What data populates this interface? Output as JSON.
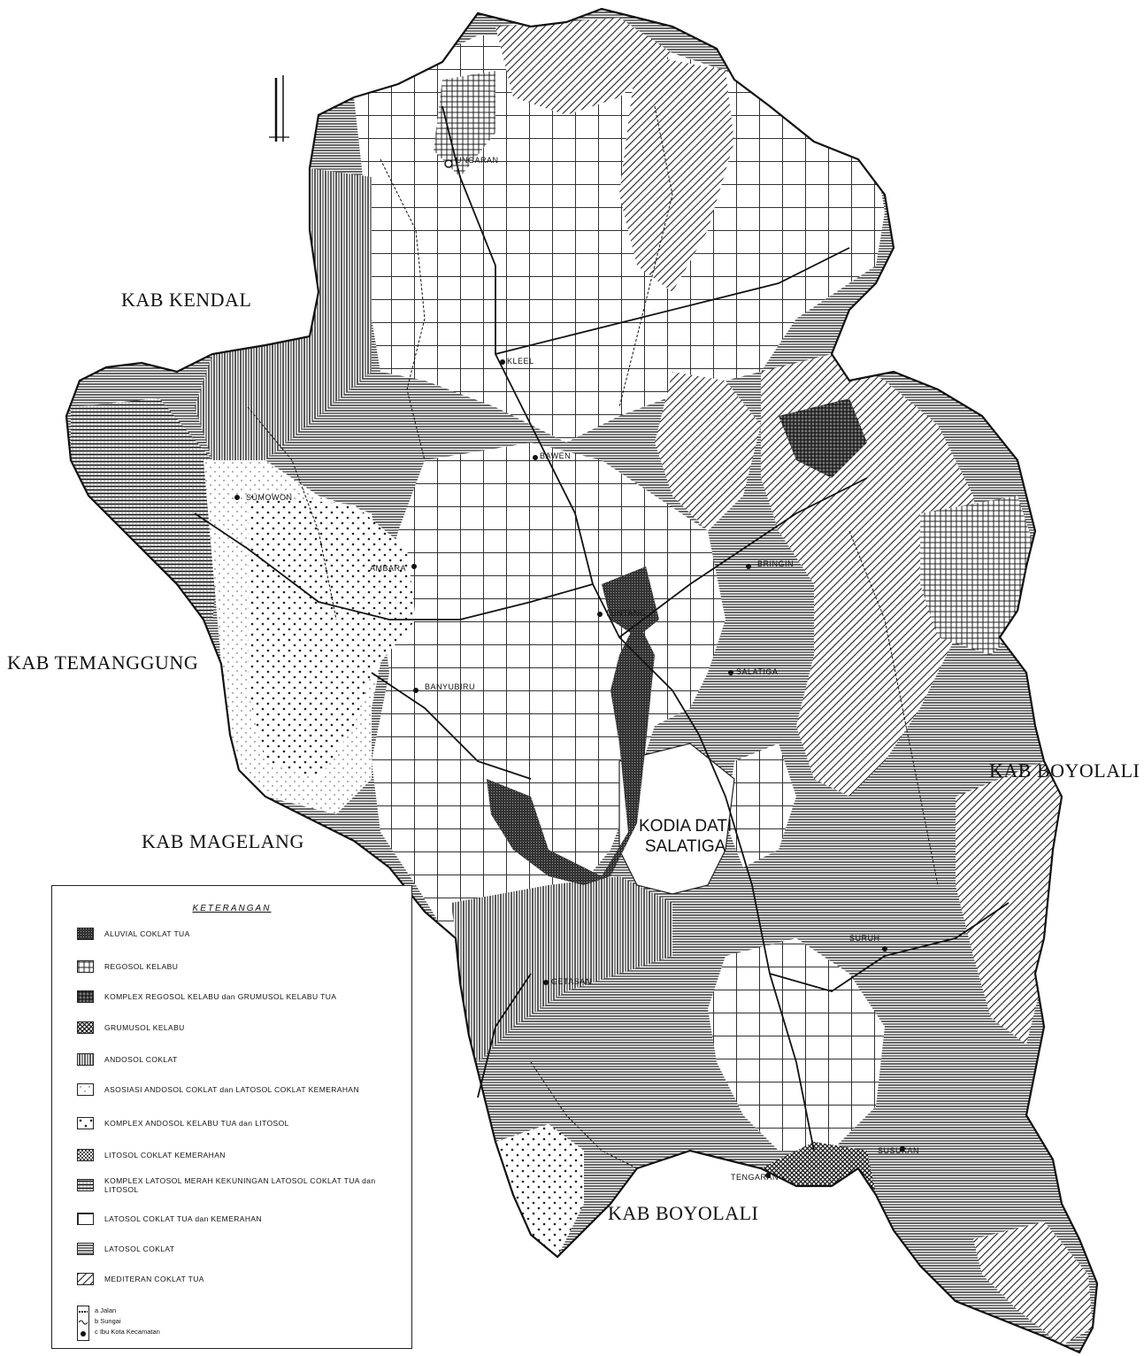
{
  "regions": {
    "kendal": "KAB KENDAL",
    "temanggung": "KAB TEMANGGUNG",
    "magelang": "KAB MAGELANG",
    "boyolali_east": "KAB BOYOLALI",
    "boyolali_south": "KAB BOYOLALI",
    "salatiga_line1": "KODIA DATI",
    "salatiga_line2": "SALATIGA"
  },
  "towns": {
    "ungaran": "UNGARAN",
    "kleel": "KLEEL",
    "bawen": "BAWEN",
    "sumowono": "SUMOWON",
    "ambarawa": "AMBARA",
    "banyubiru": "BANYUBIRU",
    "tuntang": "TUNTANG",
    "bringin": "BRINGIN",
    "salatiga": "SALATIGA",
    "getasan": "GETASAN",
    "suruh": "SURUH",
    "susukan": "SUSUKAN",
    "tengaran": "TENGARAN"
  },
  "legend": {
    "title": "KETERANGAN",
    "items": [
      {
        "label": "ALUVIAL COKLAT TUA",
        "pattern": "dense"
      },
      {
        "label": "REGOSOL KELABU",
        "pattern": "grid-fine"
      },
      {
        "label": "KOMPLEX REGOSOL KELABU dan GRUMUSOL KELABU TUA",
        "pattern": "grid-dark"
      },
      {
        "label": "GRUMUSOL KELABU",
        "pattern": "crosshatch"
      },
      {
        "label": "ANDOSOL COKLAT",
        "pattern": "vertical"
      },
      {
        "label": "ASOSIASI ANDOSOL COKLAT dan LATOSOL COKLAT KEMERAHAN",
        "pattern": "dots-light"
      },
      {
        "label": "KOMPLEX ANDOSOL KELABU TUA dan LITOSOL",
        "pattern": "dots"
      },
      {
        "label": "LITOSOL COKLAT KEMERAHAN",
        "pattern": "dots-dense"
      },
      {
        "label": "KOMPLEX LATOSOL MERAH KEKUNINGAN LATOSOL COKLAT TUA dan LITOSOL",
        "pattern": "horizontal-dense"
      },
      {
        "label": "LATOSOL COKLAT TUA dan KEMERAHAN",
        "pattern": "grid-large"
      },
      {
        "label": "LATOSOL COKLAT",
        "pattern": "horizontal"
      },
      {
        "label": "MEDITERAN COKLAT TUA",
        "pattern": "diagonal"
      }
    ],
    "small": [
      "a  Jalan",
      "b  Sungai",
      "c  Ibu Kota Kecamatan"
    ]
  }
}
